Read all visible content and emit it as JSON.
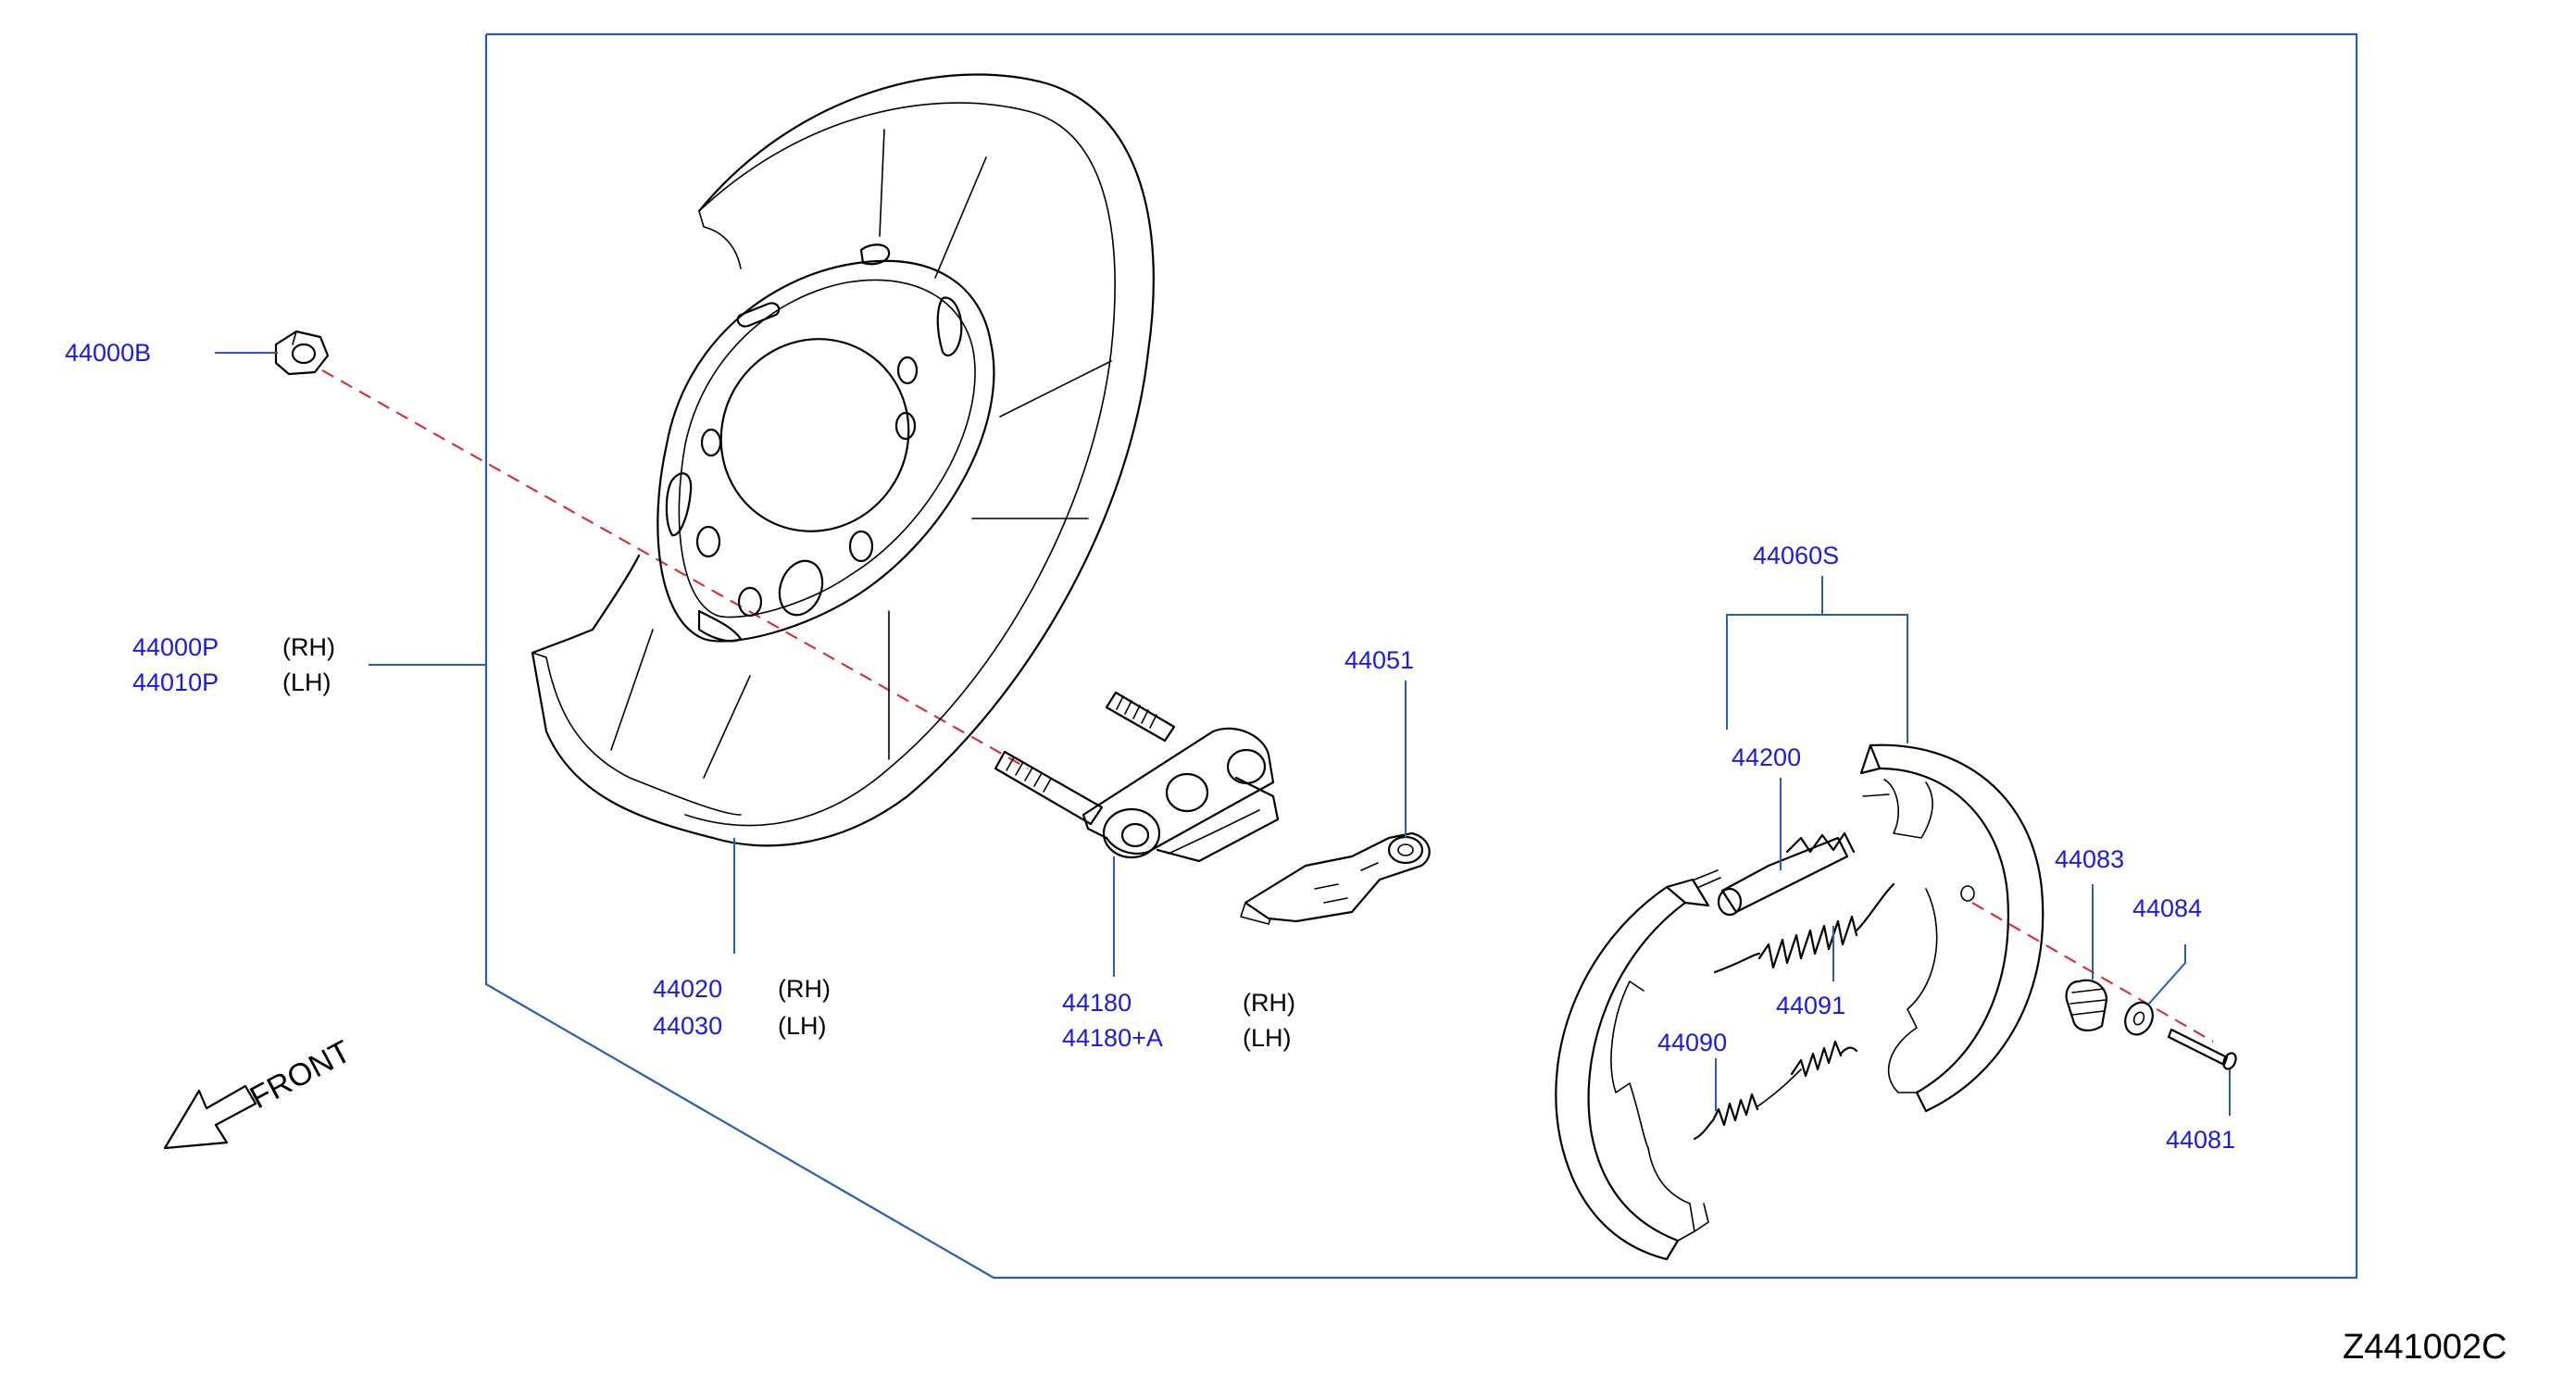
{
  "diagram_code": "Z441002C",
  "front_label": "FRONT",
  "parts": {
    "nut": {
      "number": "44000B"
    },
    "backing_plate": {
      "number_rh": "44000P",
      "side_rh": "(RH)",
      "number_lh": "44010P",
      "side_lh": "(LH)"
    },
    "dust_shield": {
      "number_rh": "44020",
      "side_rh": "(RH)",
      "number_lh": "44030",
      "side_lh": "(LH)"
    },
    "anchor_block": {
      "number_rh": "44180",
      "side_rh": "(RH)",
      "number_lh": "44180+A",
      "side_lh": "(LH)"
    },
    "lever": {
      "number": "44051"
    },
    "shoe_set": {
      "number": "44060S"
    },
    "adjuster": {
      "number": "44200"
    },
    "spring_upper": {
      "number": "44091"
    },
    "spring_lower": {
      "number": "44090"
    },
    "hold_spring": {
      "number": "44083"
    },
    "retainer": {
      "number": "44084"
    },
    "pin": {
      "number": "44081"
    }
  }
}
